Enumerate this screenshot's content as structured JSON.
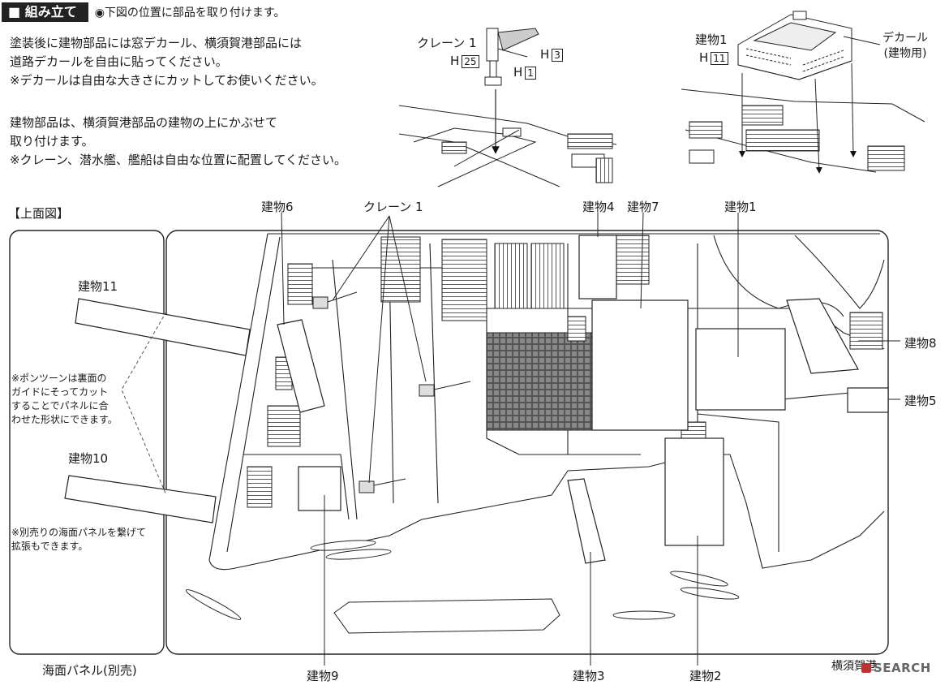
{
  "header": {
    "title": "組み立て",
    "note": "◉下図の位置に部品を取り付けます。"
  },
  "instructions": {
    "para1_line1": "塗装後に建物部品には窓デカール、横須賀港部品には",
    "para1_line2": "道路デカールを自由に貼ってください。",
    "para1_line3": "※デカールは自由な大きさにカットしてお使いください。",
    "para2_line1": "建物部品は、横須賀港部品の建物の上にかぶせて",
    "para2_line2": "取り付けます。",
    "para2_line3": "※クレーン、潜水艦、艦船は自由な位置に配置してください。"
  },
  "crane_detail": {
    "title": "クレーン 1",
    "part_h25_prefix": "H",
    "part_h25": "25",
    "part_h3_prefix": "H",
    "part_h3": "3",
    "part_h1_prefix": "H",
    "part_h1": "1"
  },
  "building_detail": {
    "title": "建物1",
    "part_prefix": "H",
    "part": "11",
    "decal_line1": "デカール",
    "decal_line2": "(建物用)"
  },
  "topview": {
    "title": "【上面図】",
    "labels": {
      "b6": "建物6",
      "crane1": "クレーン 1",
      "b4": "建物4",
      "b7": "建物7",
      "b1": "建物1",
      "b8": "建物8",
      "b5": "建物5",
      "b11": "建物11",
      "b10": "建物10",
      "b9": "建物9",
      "b3": "建物3",
      "b2": "建物2",
      "sea_panel": "海面パネル(別売)",
      "yokosuka": "横須賀港"
    },
    "note1_line1": "※ポンツーンは裏面の",
    "note1_line2": "ガイドにそってカット",
    "note1_line3": "することでパネルに合",
    "note1_line4": "わせた形状にできます。",
    "note2_line1": "※別売りの海面パネルを繋げて",
    "note2_line2": "拡張もできます。"
  },
  "watermark": "SEARCH"
}
